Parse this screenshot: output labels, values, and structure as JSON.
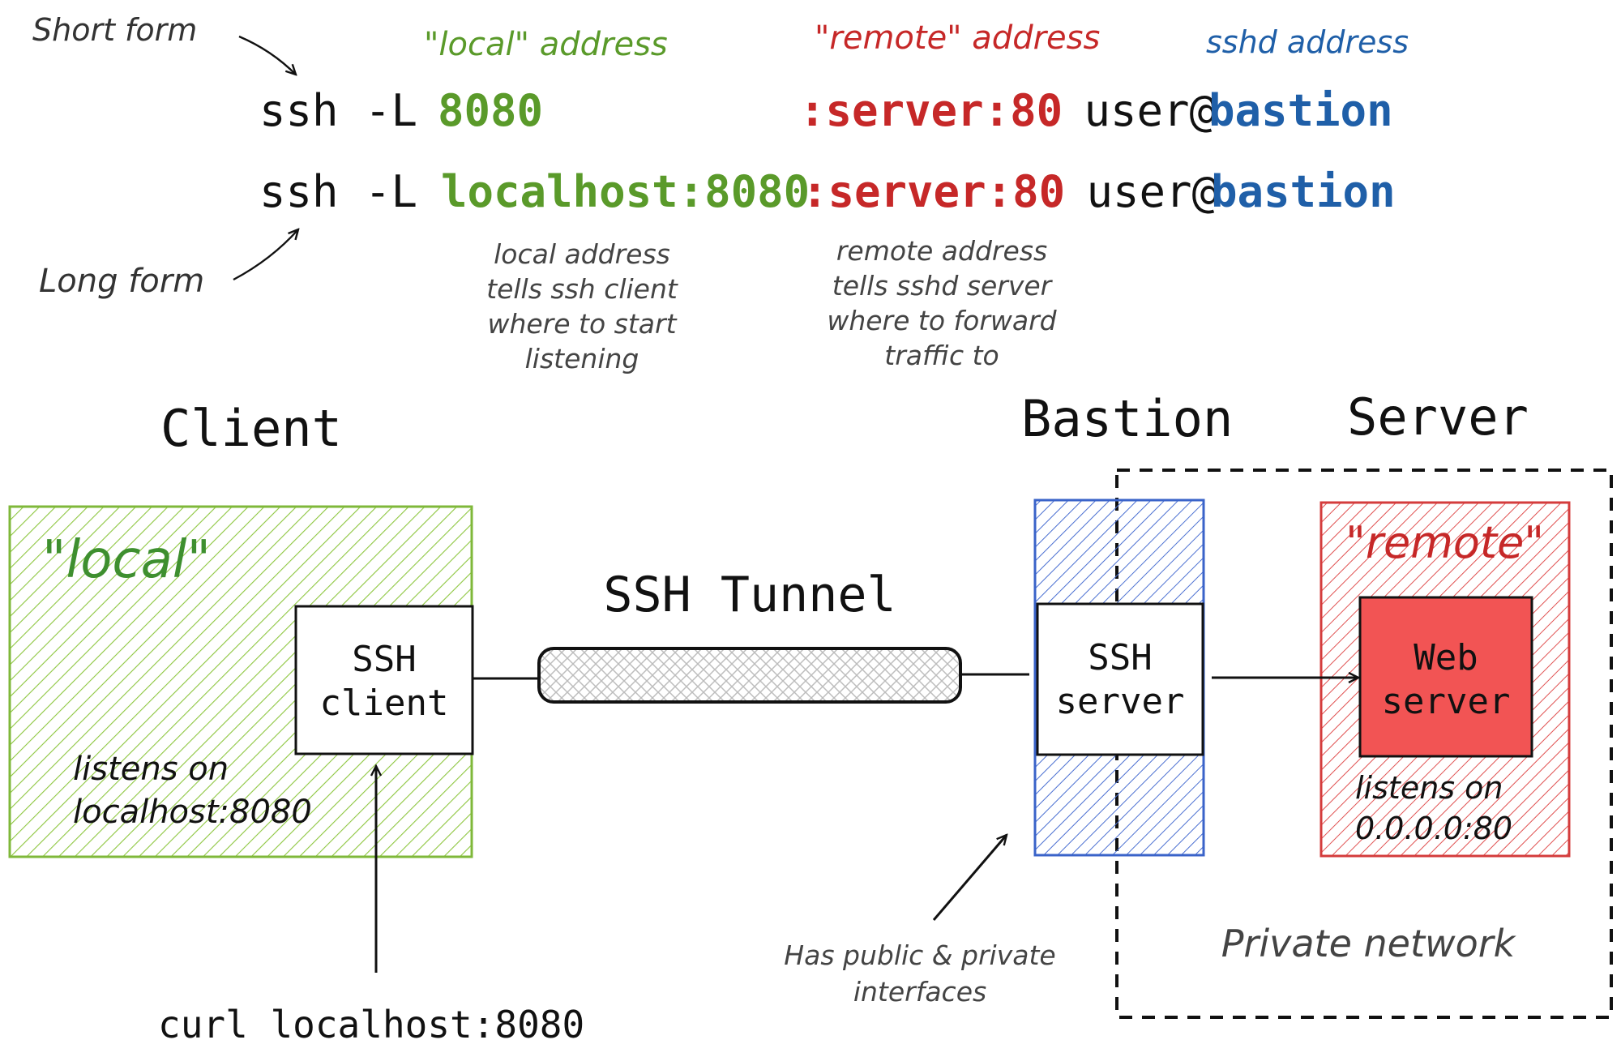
{
  "labels": {
    "short_form": "Short form",
    "long_form": "Long form",
    "local_address_header": "\"local\" address",
    "remote_address_header": "\"remote\" address",
    "sshd_address_header": "sshd address"
  },
  "commands": {
    "short": {
      "prefix": "ssh -L ",
      "local": "8080",
      "remote": ":server:80",
      "user": " user@",
      "host": "bastion"
    },
    "long": {
      "prefix": "ssh -L ",
      "local": "localhost:8080",
      "remote": ":server:80",
      "user": " user@",
      "host": "bastion"
    }
  },
  "notes": {
    "local": [
      "local address",
      "tells ssh client",
      "where to start",
      "listening"
    ],
    "remote": [
      "remote address",
      "tells sshd server",
      "where to forward",
      "traffic to"
    ]
  },
  "sections": {
    "client": "Client",
    "bastion": "Bastion",
    "server": "Server"
  },
  "boxes": {
    "local_zone": "\"local\"",
    "remote_zone": "\"remote\"",
    "ssh_client": [
      "SSH",
      "client"
    ],
    "ssh_server": [
      "SSH",
      "server"
    ],
    "web_server": [
      "Web",
      "server"
    ],
    "tunnel": "SSH Tunnel"
  },
  "annotations": {
    "client_listens": [
      "listens on",
      "localhost:8080"
    ],
    "server_listens": [
      "listens on",
      "0.0.0.0:80"
    ],
    "curl": "curl localhost:8080",
    "bastion_note": [
      "Has public & private",
      "interfaces"
    ],
    "private_network": "Private network"
  },
  "colors": {
    "local": "#5a9a2a",
    "local_fill": "#8dc63f",
    "remote": "#c62828",
    "remote_fill": "#f25454",
    "sshd": "#1f5fa8",
    "bastion_fill": "#4a6fd1",
    "ink": "#111111",
    "note": "#444444"
  }
}
